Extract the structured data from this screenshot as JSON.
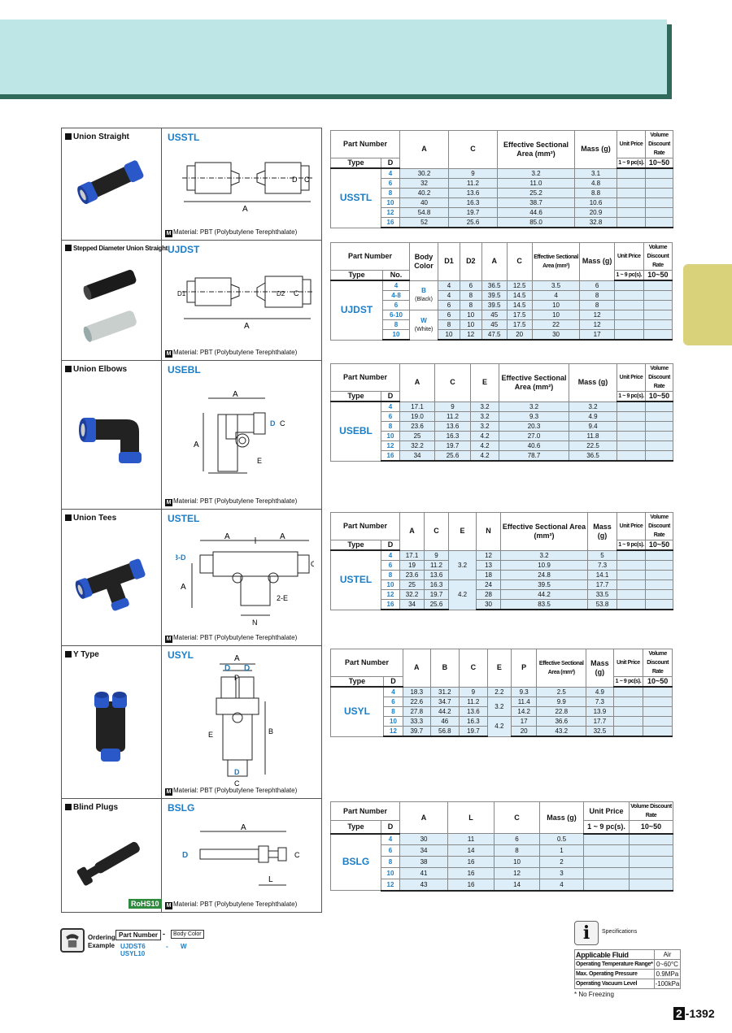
{
  "products": [
    {
      "name": "Union Straight",
      "code": "USSTL",
      "material": "Material: PBT (Polybutylene Terephthalate)",
      "header1": [
        "Part Number",
        "A",
        "C",
        "Effective Sectional Area (mm²)",
        "Mass (g)",
        "Unit Price",
        "Volume Discount Rate"
      ],
      "header2": [
        "Type",
        "D",
        "1 ~ 9 pc(s).",
        "10~50"
      ],
      "rows": [
        [
          "4",
          "30.2",
          "9",
          "3.2",
          "3.1"
        ],
        [
          "6",
          "32",
          "11.2",
          "11.0",
          "4.8"
        ],
        [
          "8",
          "40.2",
          "13.6",
          "25.2",
          "8.8"
        ],
        [
          "10",
          "40",
          "16.3",
          "38.7",
          "10.6"
        ],
        [
          "12",
          "54.8",
          "19.7",
          "44.6",
          "20.9"
        ],
        [
          "16",
          "52",
          "25.6",
          "85.0",
          "32.8"
        ]
      ],
      "drawing_labels": [
        "A",
        "D",
        "C"
      ]
    },
    {
      "name": "Stepped Diameter Union Straight",
      "code": "UJDST",
      "material": "Material: PBT (Polybutylene Terephthalate)",
      "header1": [
        "Part Number",
        "Body Color",
        "D1",
        "D2",
        "A",
        "C",
        "Effective Sectional Area (mm²)",
        "Mass (g)",
        "Unit Price",
        "Volume Discount Rate"
      ],
      "header2": [
        "Type",
        "No.",
        "1 ~ 9 pc(s).",
        "10~50"
      ],
      "colors": [
        {
          "code": "B",
          "name": "(Black)"
        },
        {
          "code": "W",
          "name": "(White)"
        }
      ],
      "rows": [
        [
          "4",
          "4",
          "6",
          "36.5",
          "12.5",
          "3.5",
          "6"
        ],
        [
          "4-8",
          "4",
          "8",
          "39.5",
          "14.5",
          "4",
          "8"
        ],
        [
          "6",
          "6",
          "8",
          "39.5",
          "14.5",
          "10",
          "8"
        ],
        [
          "6-10",
          "6",
          "10",
          "45",
          "17.5",
          "10",
          "12"
        ],
        [
          "8",
          "8",
          "10",
          "45",
          "17.5",
          "22",
          "12"
        ],
        [
          "10",
          "10",
          "12",
          "47.5",
          "20",
          "30",
          "17"
        ]
      ],
      "drawing_labels": [
        "D1",
        "D2",
        "C",
        "A"
      ]
    },
    {
      "name": "Union Elbows",
      "code": "USEBL",
      "material": "Material: PBT (Polybutylene Terephthalate)",
      "header1": [
        "Part Number",
        "A",
        "C",
        "E",
        "Effective Sectional Area (mm²)",
        "Mass (g)",
        "Unit Price",
        "Volume Discount Rate"
      ],
      "header2": [
        "Type",
        "D",
        "1 ~ 9 pc(s).",
        "10~50"
      ],
      "rows": [
        [
          "4",
          "17.1",
          "9",
          "3.2",
          "3.2",
          "3.2"
        ],
        [
          "6",
          "19.0",
          "11.2",
          "3.2",
          "9.3",
          "4.9"
        ],
        [
          "8",
          "23.6",
          "13.6",
          "3.2",
          "20.3",
          "9.4"
        ],
        [
          "10",
          "25",
          "16.3",
          "4.2",
          "27.0",
          "11.8"
        ],
        [
          "12",
          "32.2",
          "19.7",
          "4.2",
          "40.6",
          "22.5"
        ],
        [
          "16",
          "34",
          "25.6",
          "4.2",
          "78.7",
          "36.5"
        ]
      ],
      "drawing_labels": [
        "A",
        "D",
        "C",
        "A",
        "E"
      ]
    },
    {
      "name": "Union Tees",
      "code": "USTEL",
      "material": "Material: PBT (Polybutylene Terephthalate)",
      "header1": [
        "Part Number",
        "A",
        "C",
        "E",
        "N",
        "Effective Sectional Area (mm²)",
        "Mass (g)",
        "Unit Price",
        "Volume Discount Rate"
      ],
      "header2": [
        "Type",
        "D",
        "1 ~ 9 pc(s).",
        "10~50"
      ],
      "rows": [
        [
          "4",
          "17.1",
          "9",
          "12",
          "3.2",
          "5"
        ],
        [
          "6",
          "19",
          "11.2",
          "13",
          "10.9",
          "7.3"
        ],
        [
          "8",
          "23.6",
          "13.6",
          "18",
          "24.8",
          "14.1"
        ],
        [
          "10",
          "25",
          "16.3",
          "24",
          "39.5",
          "17.7"
        ],
        [
          "12",
          "32.2",
          "19.7",
          "28",
          "44.2",
          "33.5"
        ],
        [
          "16",
          "34",
          "25.6",
          "30",
          "83.5",
          "53.8"
        ]
      ],
      "e_values": [
        "3.2",
        "4.2"
      ],
      "drawing_labels": [
        "A",
        "A",
        "3-D",
        "C",
        "A",
        "2-E",
        "N"
      ]
    },
    {
      "name": "Y Type",
      "code": "USYL",
      "material": "Material: PBT (Polybutylene Terephthalate)",
      "header1": [
        "Part Number",
        "A",
        "B",
        "C",
        "E",
        "P",
        "Effective Sectional Area (mm²)",
        "Mass (g)",
        "Unit Price",
        "Volume Discount Rate"
      ],
      "header2": [
        "Type",
        "D",
        "1 ~ 9 pc(s).",
        "10~50"
      ],
      "rows": [
        [
          "4",
          "18.3",
          "31.2",
          "9",
          "2.2",
          "9.3",
          "2.5",
          "4.9"
        ],
        [
          "6",
          "22.6",
          "34.7",
          "11.2",
          "",
          "11.4",
          "9.9",
          "7.3"
        ],
        [
          "8",
          "27.8",
          "44.2",
          "13.6",
          "",
          "14.2",
          "22.8",
          "13.9"
        ],
        [
          "10",
          "33.3",
          "46",
          "16.3",
          "",
          "17",
          "36.6",
          "17.7"
        ],
        [
          "12",
          "39.7",
          "56.8",
          "19.7",
          "",
          "20",
          "43.2",
          "32.5"
        ]
      ],
      "e_values": [
        "3.2",
        "4.2"
      ],
      "drawing_labels": [
        "A",
        "D",
        "D",
        "P",
        "B",
        "E",
        "C",
        "D"
      ]
    },
    {
      "name": "Blind Plugs",
      "code": "BSLG",
      "material": "Material: PBT (Polybutylene Terephthalate)",
      "badge": "RoHS10",
      "header1": [
        "Part Number",
        "A",
        "L",
        "C",
        "Mass (g)",
        "Unit Price",
        "Volume Discount Rate"
      ],
      "header2": [
        "Type",
        "D",
        "1 ~ 9 pc(s).",
        "10~50"
      ],
      "rows": [
        [
          "4",
          "30",
          "11",
          "6",
          "0.5"
        ],
        [
          "6",
          "34",
          "14",
          "8",
          "1"
        ],
        [
          "8",
          "38",
          "16",
          "10",
          "2"
        ],
        [
          "10",
          "41",
          "16",
          "12",
          "3"
        ],
        [
          "12",
          "43",
          "16",
          "14",
          "4"
        ]
      ],
      "drawing_labels": [
        "A",
        "D",
        "C",
        "L"
      ]
    }
  ],
  "ordering": {
    "label": "Ordering Example",
    "part_number": "Part Number",
    "dash": "-",
    "body_color": "Body Color",
    "example1_code": "UJDST6",
    "example1_dash": "-",
    "example1_color": "W",
    "example2_code": "USYL10"
  },
  "specifications": {
    "title": "Specifications",
    "icon": "info-icon",
    "rows": [
      {
        "key": "Applicable Fluid",
        "value": "Air"
      },
      {
        "key": "Operating Temperature Range*",
        "value": "0~60°C"
      },
      {
        "key": "Max. Operating Pressure",
        "value": "0.9MPa"
      },
      {
        "key": "Operating Vacuum Level",
        "value": "-100kPa"
      }
    ],
    "note": "* No Freezing"
  },
  "page": {
    "section": "2",
    "number": "-1392"
  },
  "colors": {
    "accent": "#1a7ec8",
    "cell_fill": "#ddeef8",
    "banner": "#bfe6e6",
    "tab": "#d9d27a"
  }
}
